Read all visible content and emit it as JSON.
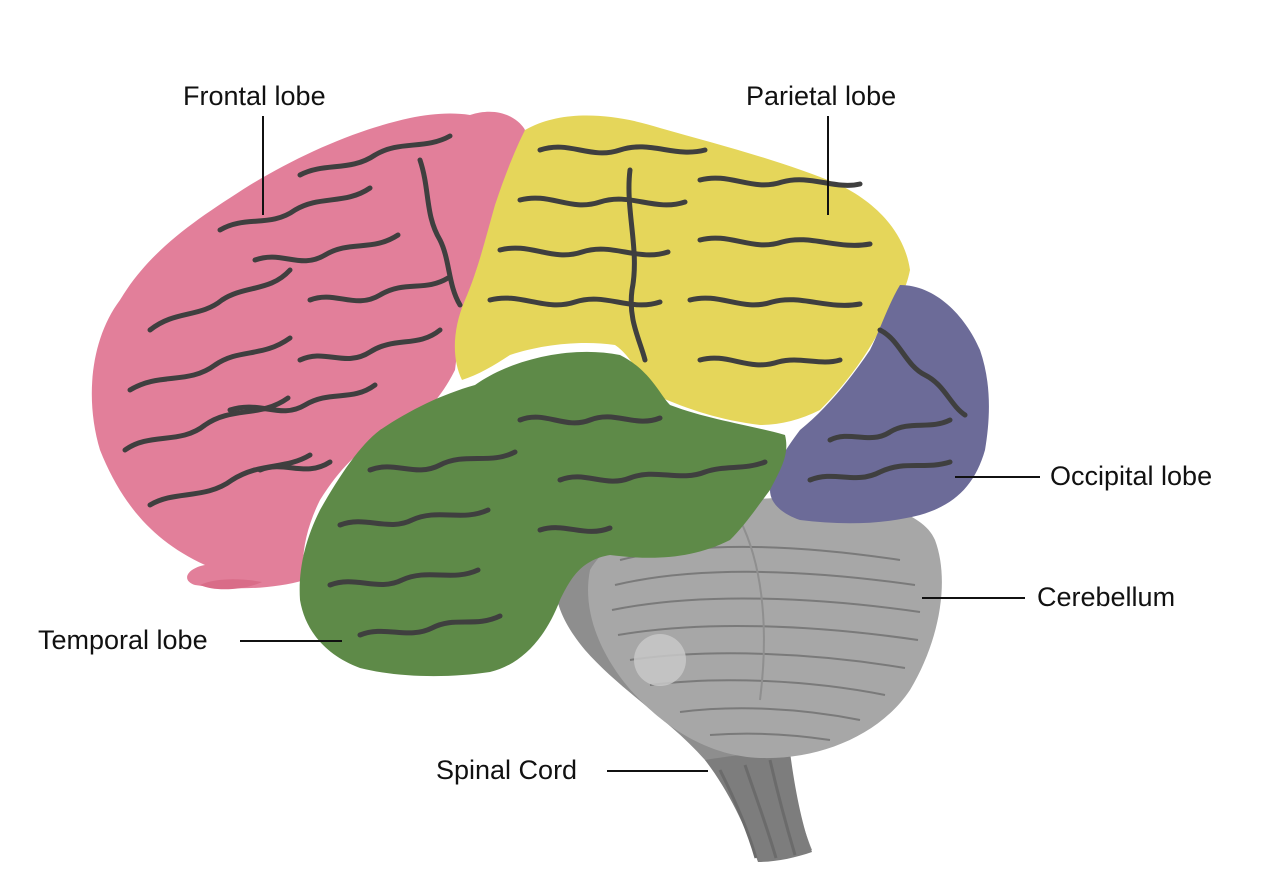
{
  "labels": {
    "frontal": "Frontal lobe",
    "parietal": "Parietal lobe",
    "occipital": "Occipital lobe",
    "cerebellum": "Cerebellum",
    "temporal": "Temporal lobe",
    "spinal": "Spinal Cord"
  },
  "colors": {
    "frontal": "#e27f9a",
    "parietal": "#e5d65a",
    "occipital": "#6c6b98",
    "temporal": "#5e8a48",
    "cerebellum": "#a7a7a7",
    "brainstem": "#8e8e8e",
    "sulci": "#3f3f3f",
    "leader_lines": "#111111"
  }
}
